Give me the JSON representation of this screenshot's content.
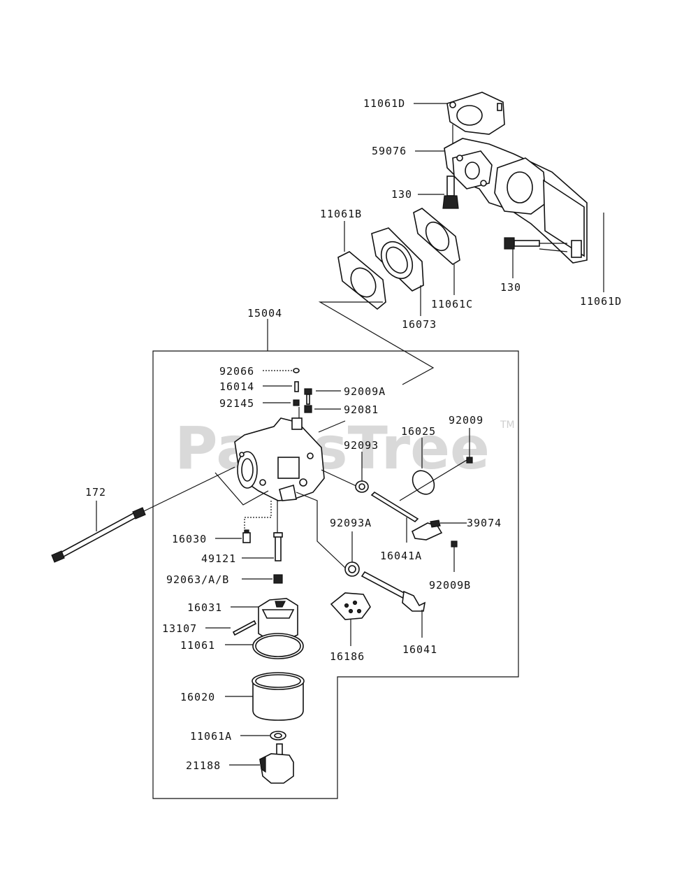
{
  "watermark": {
    "text": "PartsTree",
    "trademark": "TM"
  },
  "labels": {
    "p11061D_top": "11061D",
    "p59076": "59076",
    "p130_left": "130",
    "p11061B": "11061B",
    "p130_right": "130",
    "p11061D_right": "11061D",
    "p11061C": "11061C",
    "p16073": "16073",
    "p15004": "15004",
    "p92066": "92066",
    "p16014": "16014",
    "p92009A": "92009A",
    "p92145": "92145",
    "p92081": "92081",
    "p16025": "16025",
    "p92009": "92009",
    "p92093": "92093",
    "p172": "172",
    "p39074": "39074",
    "p92093A": "92093A",
    "p16030": "16030",
    "p16041A": "16041A",
    "p49121": "49121",
    "p92009B": "92009B",
    "p92063": "92063/A/B",
    "p16031": "16031",
    "p13107": "13107",
    "p11061": "11061",
    "p16186": "16186",
    "p16041": "16041",
    "p16020": "16020",
    "p11061A": "11061A",
    "p21188": "21188"
  },
  "colors": {
    "ink": "#111111",
    "watermark": "#d9d9d9",
    "background": "#ffffff"
  }
}
